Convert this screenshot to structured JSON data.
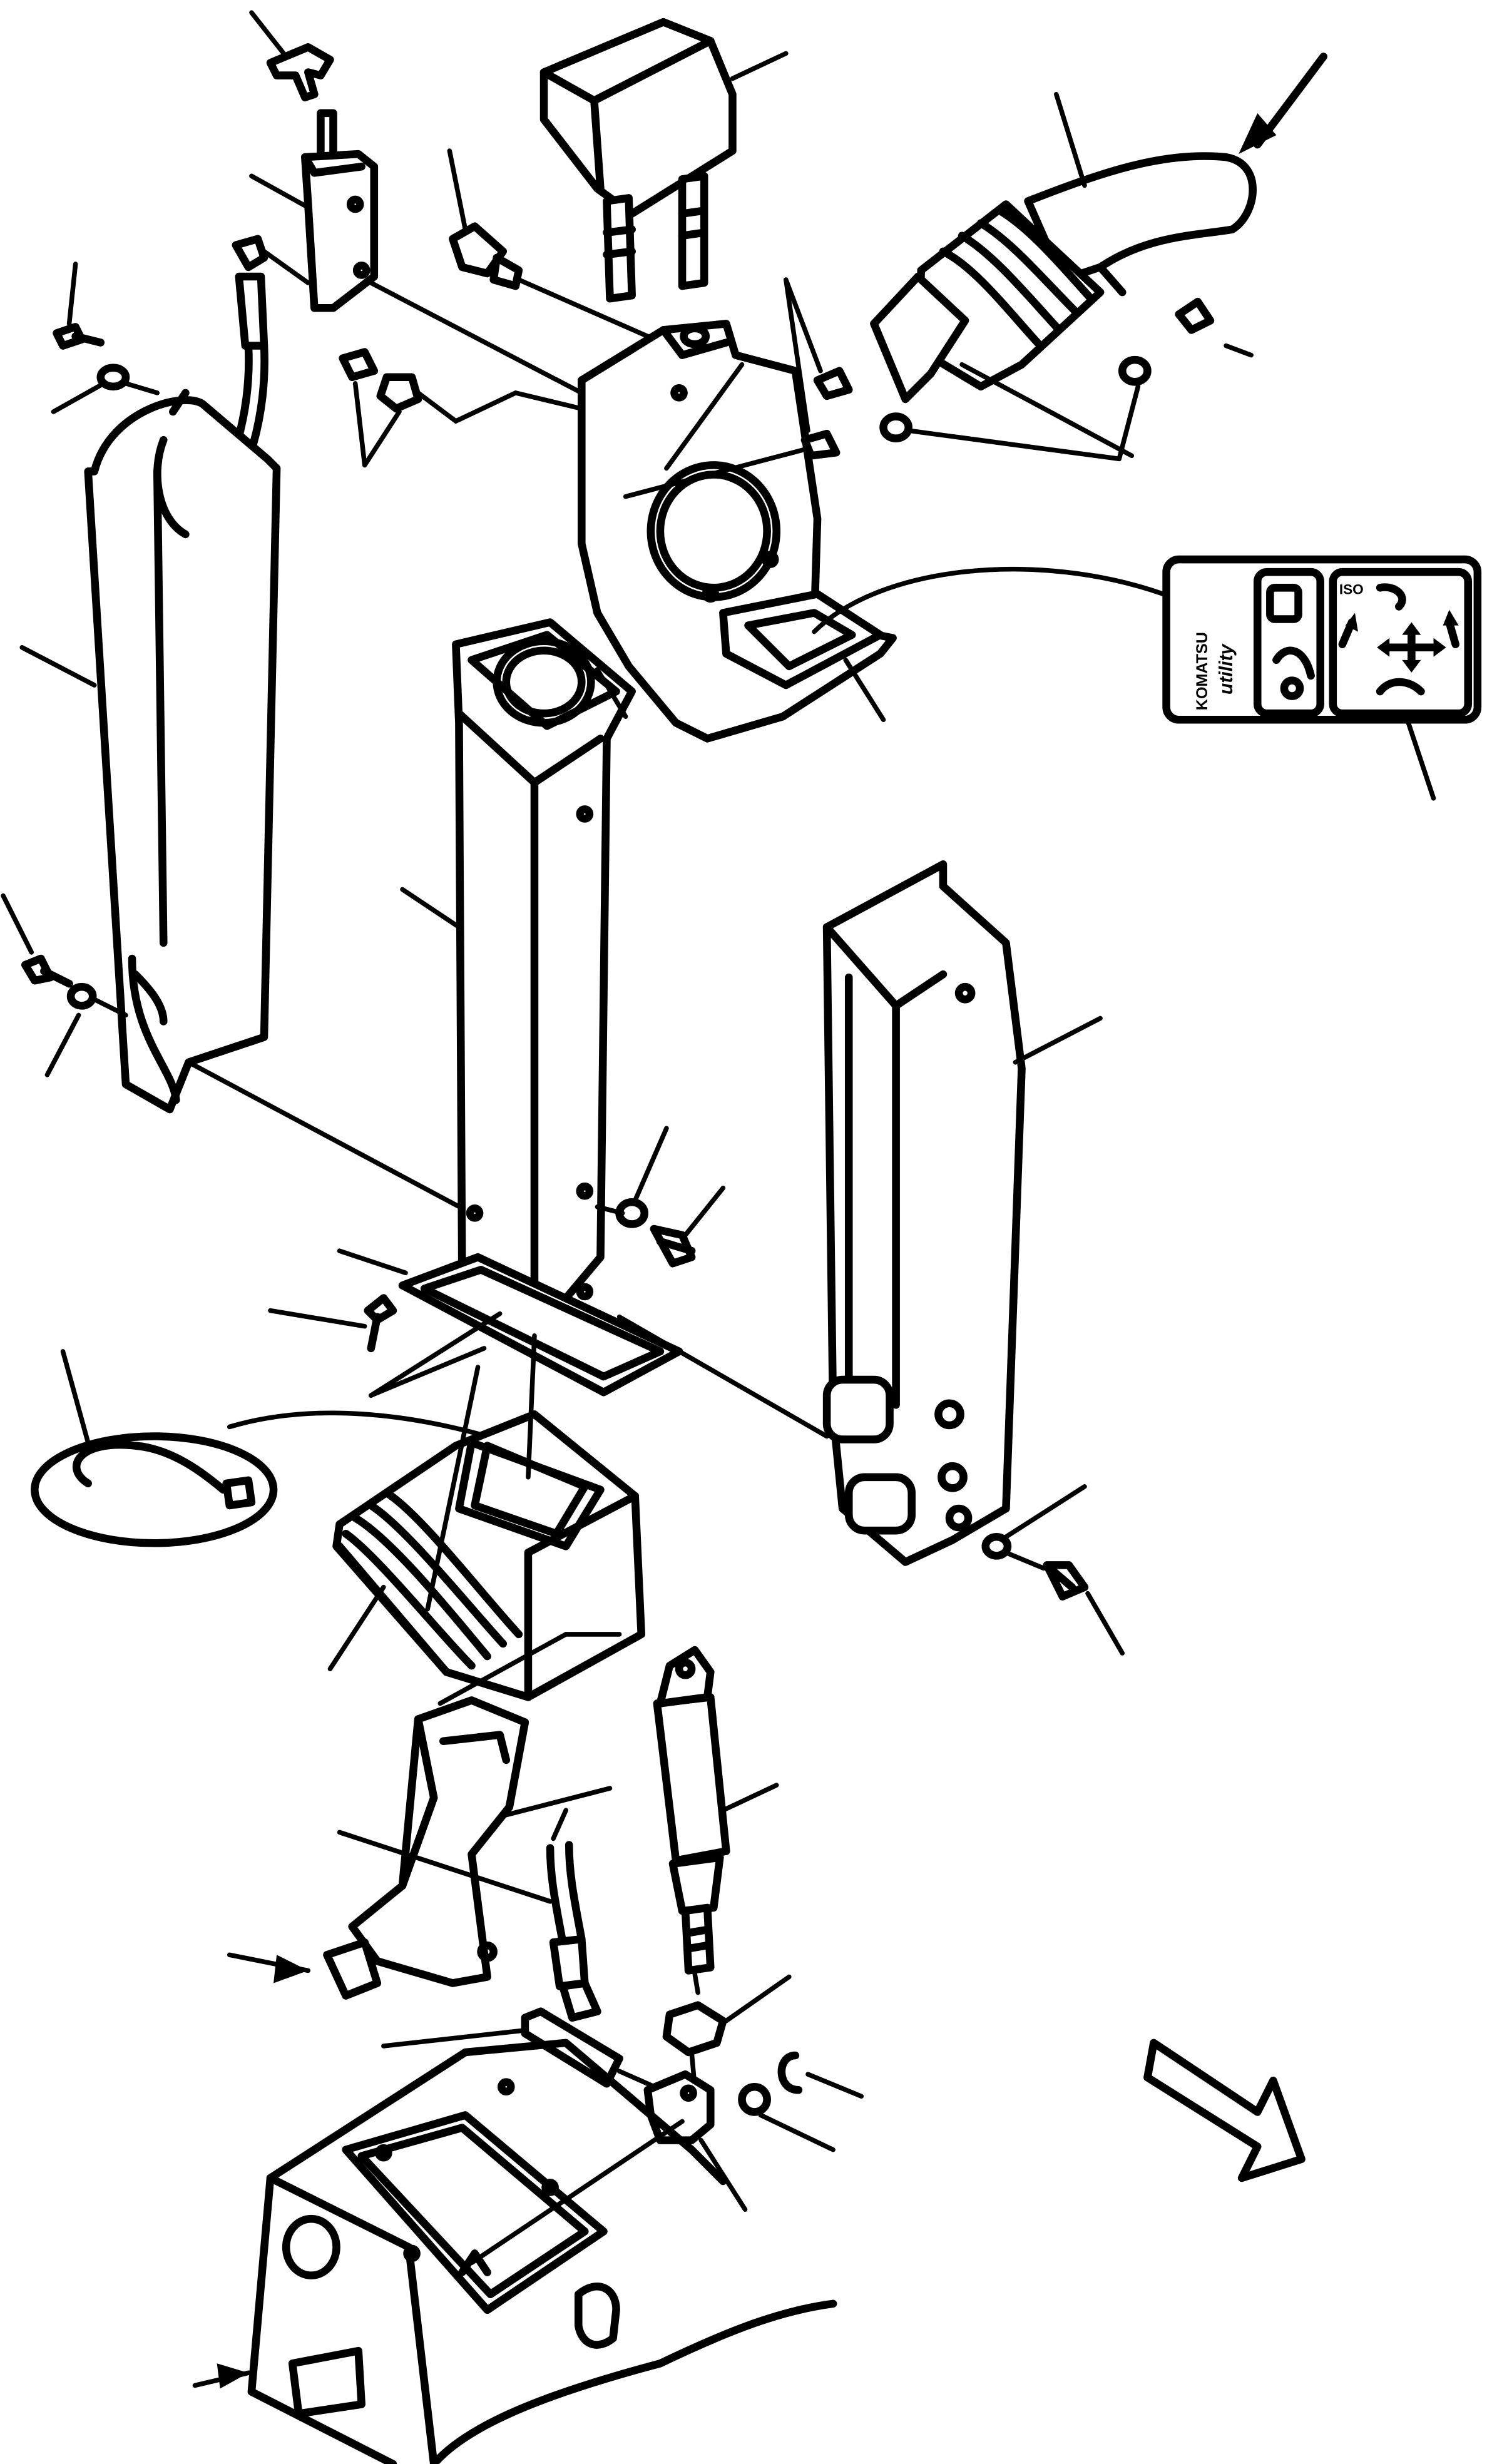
{
  "decal": {
    "brand": "KOMATSU",
    "sub": "utility",
    "iso": "ISO"
  },
  "colors": {
    "line": "#000000",
    "background": "#ffffff"
  },
  "icons": {
    "view_arrow_large": "hollow-arrow-icon",
    "pointer_arrows": "pointer-arrow-icon"
  }
}
